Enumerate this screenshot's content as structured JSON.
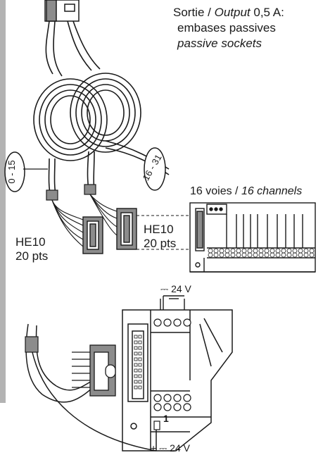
{
  "caption": {
    "line1_a": "Sortie / ",
    "line1_b": "Output",
    "line1_c": " 0,5 A:",
    "line2": "embases passives",
    "line3": "passive sockets"
  },
  "channels": {
    "text_a": "16 voies / ",
    "text_b": "16 channels"
  },
  "tags": {
    "left": "0 - 15",
    "right": "16 - 31"
  },
  "connector_left": {
    "line1": "HE10",
    "line2": "20 pts"
  },
  "connector_right": {
    "line1": "HE10",
    "line2": "20 pts"
  },
  "supply_top": "24 V",
  "supply_bottom": "24 V",
  "supply_symbol": "⎓",
  "plus_sign": "+",
  "terminal_number": "1",
  "colors": {
    "line": "#1a1a1a",
    "fill_gray": "#8c8c8c",
    "side_bar": "#b3b3b3"
  }
}
